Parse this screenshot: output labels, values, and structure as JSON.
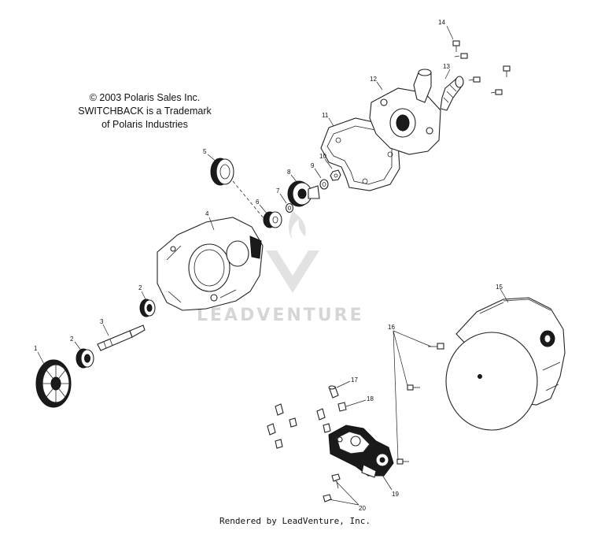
{
  "copyright": {
    "line1": "© 2003 Polaris Sales Inc.",
    "line2": "SWITCHBACK is a Trademark",
    "line3": "of Polaris Industries"
  },
  "watermark": {
    "text": "LEADVENTURE"
  },
  "footer": {
    "text": "Rendered by LeadVenture, Inc."
  },
  "callouts": {
    "c1": "1",
    "c2a": "2",
    "c2b": "2",
    "c3": "3",
    "c4": "4",
    "c5": "5",
    "c6": "6",
    "c7": "7",
    "c8": "8",
    "c9": "9",
    "c10": "10",
    "c11": "11",
    "c12": "12",
    "c13": "13",
    "c14": "14",
    "c15": "15",
    "c16": "16",
    "c17": "17",
    "c18": "18",
    "c19": "19",
    "c20": "20"
  }
}
